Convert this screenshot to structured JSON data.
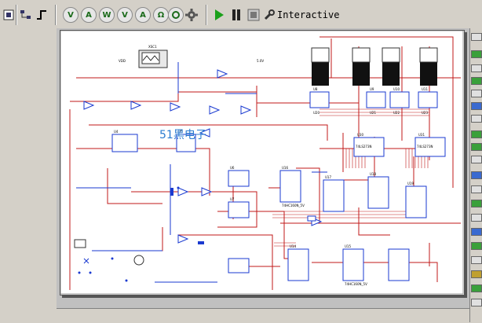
{
  "toolbar": {
    "mode_label": "Interactive",
    "instruments": [
      "V",
      "A",
      "W",
      "V",
      "A",
      "Ω"
    ],
    "colors": {
      "run": "#1aa01a",
      "instrument_text": "#1a6a1a"
    }
  },
  "schematic": {
    "watermark": "51黑电子",
    "chip_labels": {
      "u8": "U8",
      "u9": "U9",
      "u10": "U10",
      "u11": "U11",
      "u20": "U20",
      "u21": "U21",
      "u22": "U22",
      "u23": "U23",
      "u30": "U30",
      "u31": "U31",
      "u16": "U16",
      "u17": "U17",
      "u18": "U18",
      "u19": "U19",
      "u14": "U14",
      "u15": "U15",
      "u6": "U6",
      "u7": "U7",
      "u4": "U4",
      "u5": "U5"
    },
    "part_text": {
      "dec1": "74LS273N",
      "dec2": "74LS273N",
      "cnt1": "74HC160N_5V",
      "cnt2": "74HC160N_5V",
      "vdd": "VDD",
      "gnd": "5.0V",
      "osc": "XSC1"
    }
  }
}
